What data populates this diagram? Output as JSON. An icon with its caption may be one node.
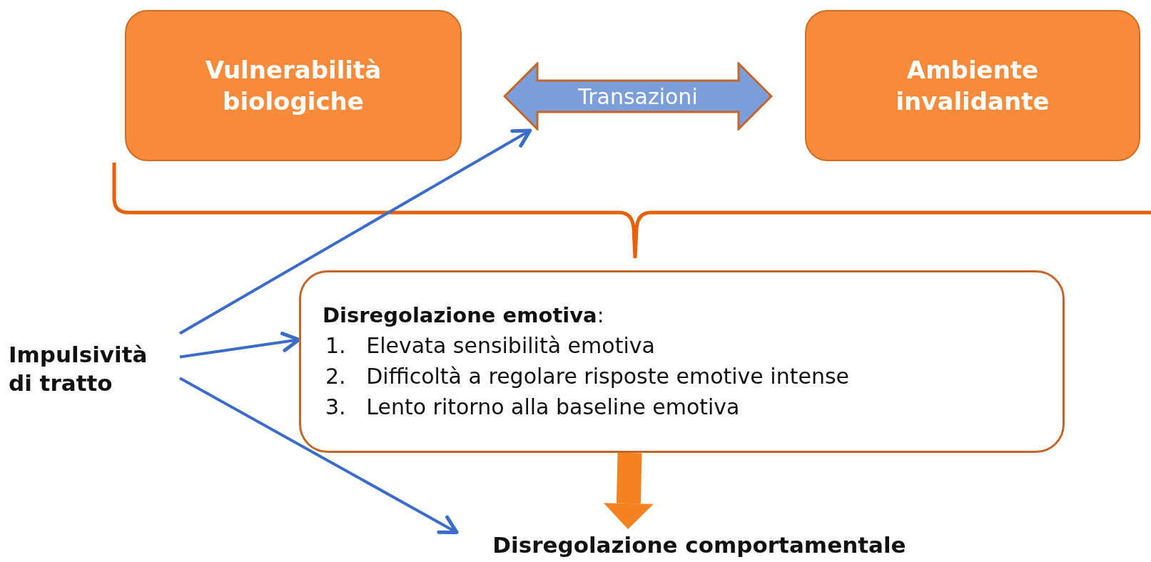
{
  "diagram": {
    "nodes": [
      {
        "text": [
          "Vulnerabilità biologiche"
        ]
      },
      {
        "text": [
          "Transazioni"
        ]
      },
      {
        "text": [
          "Ambiente invalidante"
        ]
      },
      {
        "text": [
          "**Disregolazione emotiva**:",
          "1.   Elevata sensibilità emotiva",
          "2.   Difficoltà a regolare risposte emotive intense",
          "3.   Lento ritorno alla baseline emotiva"
        ]
      },
      {
        "text": [
          "Impulsività di tratto"
        ]
      },
      {
        "text": [
          "Disregolazione comportamentale"
        ]
      }
    ],
    "edges": [
      {
        "from": 4,
        "to": 1,
        "arrow": "to"
      },
      {
        "from": 4,
        "to": 3,
        "arrow": "to"
      },
      {
        "from": 4,
        "to": 5,
        "arrow": "to"
      },
      {
        "from": 3,
        "to": 5,
        "arrow": "to",
        "style": "thick",
        "color": "#f58220"
      }
    ]
  }
}
